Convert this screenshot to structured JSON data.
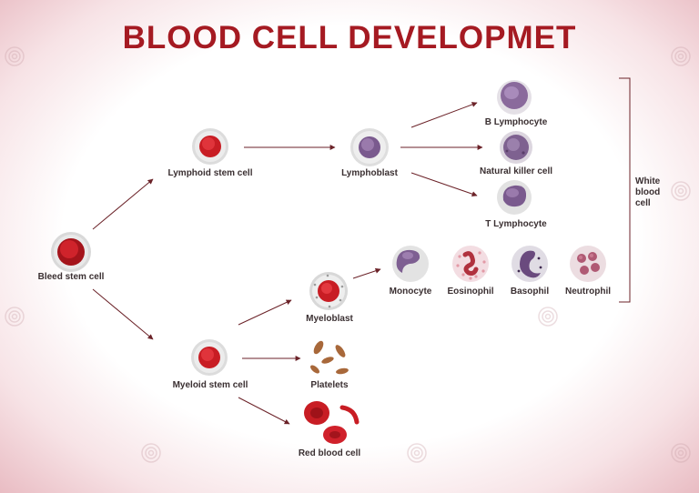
{
  "title": "BLOOD CELL DEVELOPMET",
  "labels": {
    "bleed_stem": "Bleed stem cell",
    "lymphoid_stem": "Lymphoid stem cell",
    "lymphoblast": "Lymphoblast",
    "b_lymphocyte": "B Lymphocyte",
    "natural_killer": "Natural killer cell",
    "t_lymphocyte": "T Lymphocyte",
    "myeloid_stem": "Myeloid stem cell",
    "myeloblast": "Myeloblast",
    "monocyte": "Monocyte",
    "eosinophil": "Eosinophil",
    "basophil": "Basophil",
    "neutrophil": "Neutrophil",
    "platelets": "Platelets",
    "red_blood_cell": "Red blood cell",
    "white_blood_cell": "White blood cell"
  },
  "colors": {
    "title": "#a51a22",
    "arrow": "#6b2228",
    "red_nucleus": "#c81d24",
    "purple_nucleus": "#7a5a8e",
    "platelet": "#a8683a",
    "rbc": "#d0212b"
  },
  "icons": {
    "watermark": "spiral-icon"
  }
}
